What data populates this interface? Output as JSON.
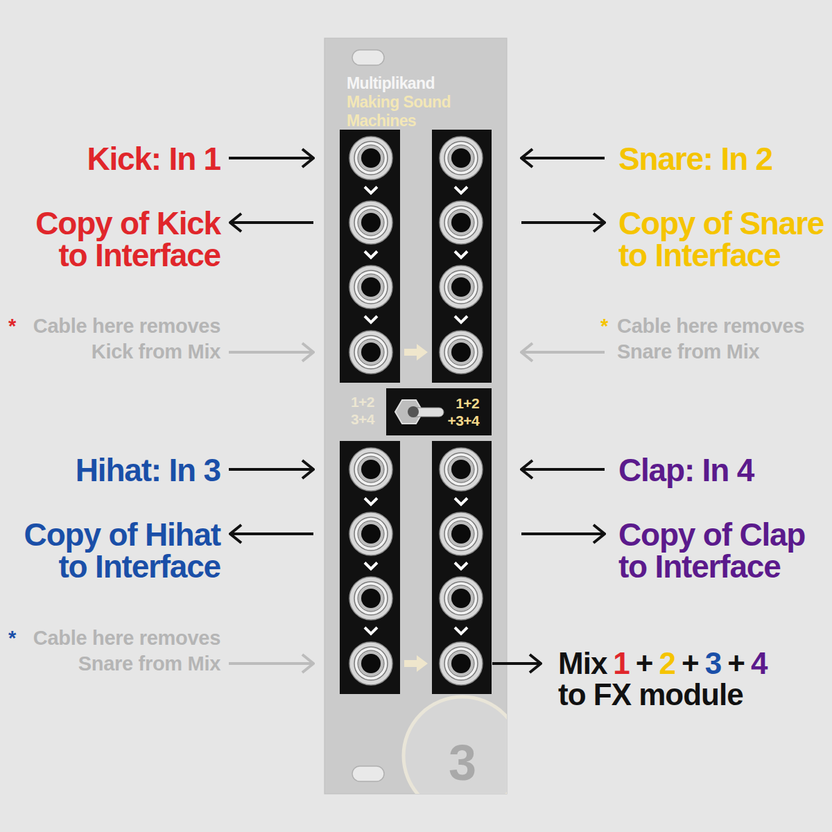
{
  "diagram": {
    "nodes": [
      {
        "text": [
          "Multiplikand",
          "Making Sound Machines"
        ]
      },
      {
        "text": [
          "1+2 +3+4"
        ],
        "in": 0
      },
      {
        "text": [
          "3"
        ],
        "in": 0
      }
    ],
    "labels": [
      "Kick: In 1",
      "Copy of Kick to Interface",
      "*",
      "Cable here removes Kick from Mix",
      "Snare: In 2",
      "Copy of Snare to Interface",
      "*",
      "Cable here removes Snare from Mix",
      "Hihat: In 3",
      "Copy of Hihat to Interface",
      "Clap: In 4",
      "Copy of Clap to Interface",
      "*",
      "Cable here removes Snare from Mix",
      "Mix",
      "1",
      "+",
      "2",
      "+",
      "3",
      "+",
      "4",
      "to FX module",
      "1+2 3+4"
    ]
  }
}
